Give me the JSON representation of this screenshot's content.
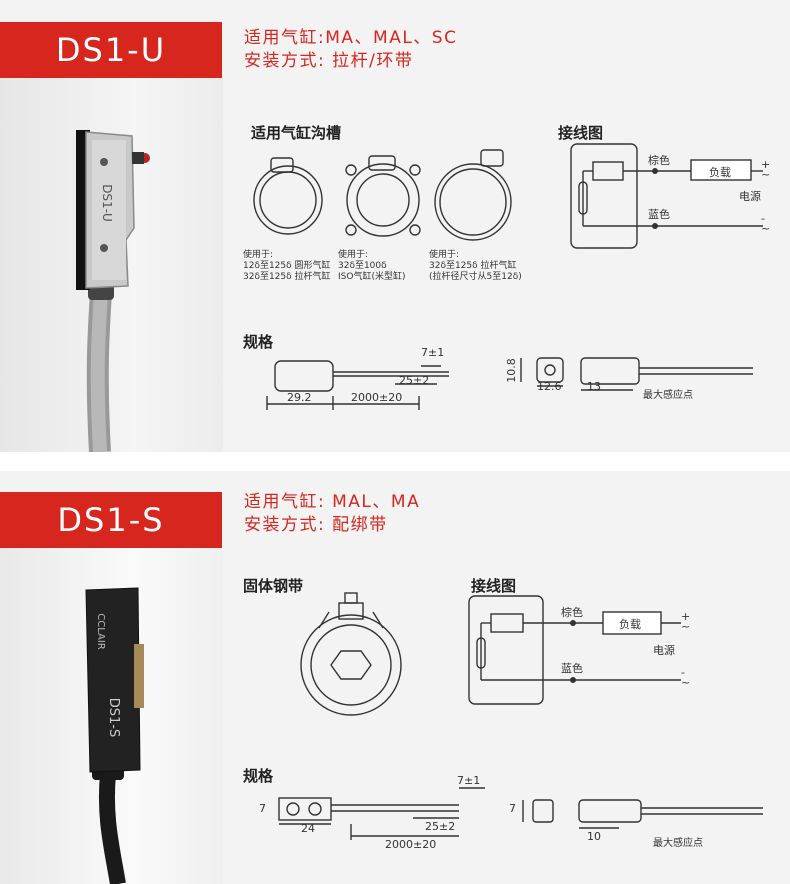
{
  "products": [
    {
      "model": "DS1-U",
      "spec_cylinder": "适用气缸:MA、MAL、SC",
      "spec_mount": "安装方式: 拉杆/环带",
      "sensor_label": "DS1-U",
      "groove_title": "适用气缸沟槽",
      "groove_notes": [
        {
          "line1": "使用于:",
          "line2": "12δ至125δ 圆形气缸",
          "line3": "32δ至125δ 拉杆气缸"
        },
        {
          "line1": "使用于:",
          "line2": "32δ至100δ",
          "line3": "ISO气缸(米型缸)"
        },
        {
          "line1": "使用于:",
          "line2": "32δ至125δ 拉杆气缸",
          "line3": "(拉杆径尺寸从5至12δ)"
        }
      ],
      "wiring_title": "接线图",
      "wire_brown": "棕色",
      "wire_blue": "蓝色",
      "load": "负载",
      "power": "电源",
      "plus": "+",
      "minus": "-",
      "tilde": "~",
      "spec_title": "规格",
      "dims": {
        "lead": "7±1",
        "strip": "25±2",
        "length": "2000±20",
        "body": "29.2",
        "height": "10.8",
        "width": "12.6",
        "sense": "13"
      },
      "sense_point": "最大感应点"
    },
    {
      "model": "DS1-S",
      "spec_cylinder": "适用气缸: MAL、MA",
      "spec_mount": "安装方式: 配绑带",
      "sensor_brand": "CCLAIR",
      "sensor_label": "DS1-S",
      "band_title": "固体钢带",
      "wiring_title": "接线图",
      "wire_brown": "棕色",
      "wire_blue": "蓝色",
      "load": "负载",
      "power": "电源",
      "plus": "+",
      "minus": "-",
      "tilde": "~",
      "spec_title": "规格",
      "dims": {
        "lead": "7±1",
        "strip": "25±2",
        "length": "2000±20",
        "body": "24",
        "height": "7",
        "height2": "7",
        "sense": "10"
      },
      "sense_point": "最大感应点"
    }
  ],
  "colors": {
    "accent": "#d7261e",
    "panel": "#f3f3f3"
  }
}
